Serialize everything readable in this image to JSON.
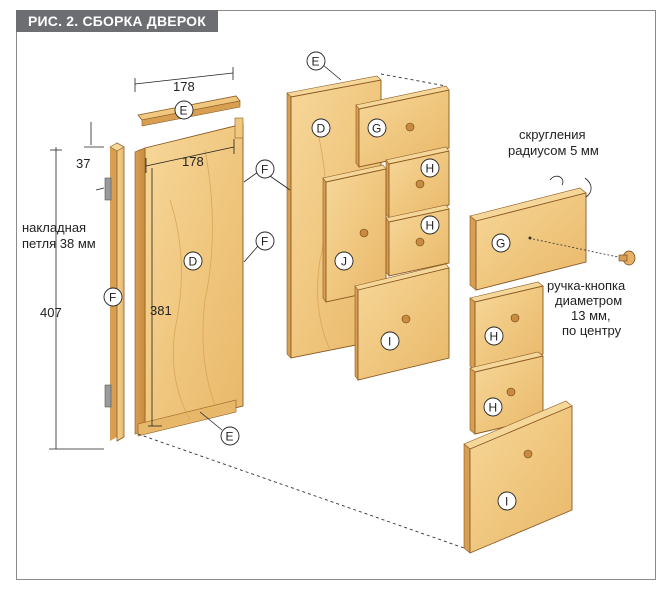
{
  "title": "РИС. 2. СБОРКА ДВЕРОК",
  "dimensions": {
    "rail_width": "178",
    "panel_width": "178",
    "top_offset": "37",
    "stile_height": "407",
    "panel_height": "381"
  },
  "notes": {
    "hinge": [
      "накладная",
      "петля 38 мм"
    ],
    "radius": [
      "скругления",
      "радиусом 5 мм"
    ],
    "knob": [
      "ручка-кнопка",
      "диаметром",
      "13 мм,",
      "по центру"
    ]
  },
  "parts": {
    "D": "D",
    "E": "E",
    "F": "F",
    "G": "G",
    "H": "H",
    "I": "I",
    "J": "J"
  }
}
